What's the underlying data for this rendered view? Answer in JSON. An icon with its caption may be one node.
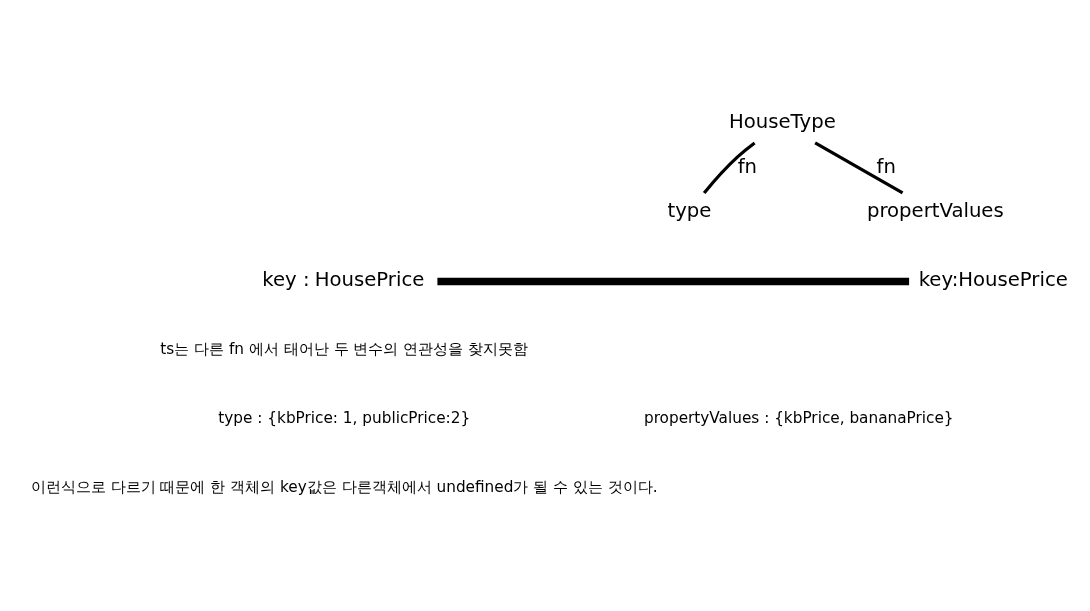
{
  "diagram": {
    "nodes": [
      {
        "text": [
          "HouseType"
        ]
      },
      {
        "text": [
          "type"
        ]
      },
      {
        "text": [
          "propertValues"
        ]
      },
      {
        "text": [
          "HousePrice"
        ],
        "beside": [
          "key :"
        ]
      },
      {
        "text": [
          "key:HousePrice"
        ]
      }
    ],
    "edges": [
      {
        "from": 0,
        "to": 1,
        "arrow": "none",
        "label": "fn"
      },
      {
        "from": 0,
        "to": 2,
        "arrow": "none",
        "label": "fn"
      },
      {
        "from": 3,
        "to": 4,
        "arrow": "none",
        "style": "thick"
      }
    ],
    "labels": [
      "ts는 다른 fn 에서 태어난 두 변수의 연관성을 찾지못함",
      "type : {kbPrice: 1, publicPrice:2}",
      "propertyValues : {kbPrice, bananaPrice}",
      "이런식으로 다르기 때문에 한 객체의 key값은 다른객체에서 undefined가 될 수 있는 것이다."
    ]
  }
}
